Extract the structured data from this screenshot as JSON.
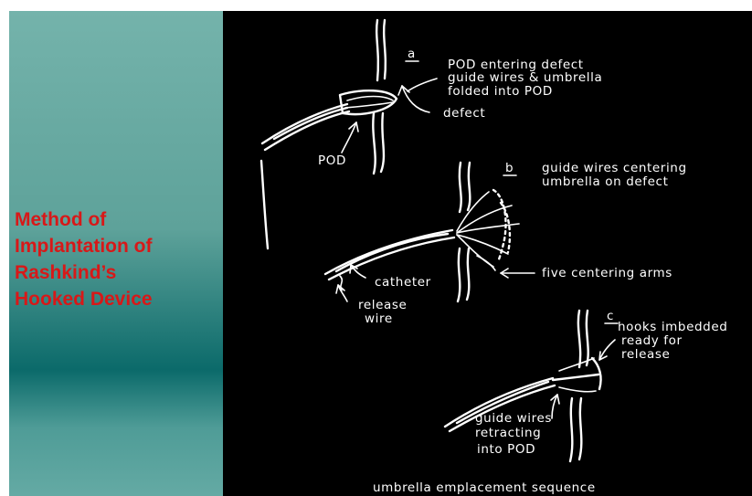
{
  "slide": {
    "title_lines": [
      "Method of",
      "Implantation of",
      "Rashkind’s",
      "Hooked Device"
    ],
    "title_color": "#d81818",
    "sidebar_colors": [
      "#74b3ab",
      "#0b6a6a"
    ]
  },
  "figure": {
    "panel_a": {
      "letter": "a",
      "caption_lines": [
        "POD entering defect",
        "guide wires & umbrella",
        "folded into POD"
      ],
      "label_defect": "defect",
      "label_pod": "POD"
    },
    "panel_b": {
      "letter": "b",
      "caption_lines": [
        "guide wires centering",
        "umbrella on defect"
      ],
      "label_arms": "five centering arms",
      "label_catheter": "catheter",
      "label_release_lines": [
        "release",
        "wire"
      ]
    },
    "panel_c": {
      "letter": "c",
      "caption_lines": [
        "hooks imbedded",
        "ready for",
        "release"
      ],
      "label_guide_lines": [
        "guide wires",
        "retracting",
        "into POD"
      ]
    },
    "footer": "umbrella emplacement sequence"
  }
}
